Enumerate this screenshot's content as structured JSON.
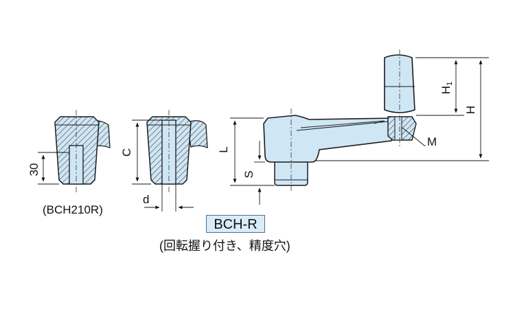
{
  "labels": {
    "dim_30": "30",
    "dim_c": "C",
    "dim_d": "d",
    "dim_l": "L",
    "dim_s": "S",
    "dim_h": "H",
    "dim_h1": "H1",
    "dim_m": "M"
  },
  "captions": {
    "variant": "(BCH210R)",
    "model": "BCH-R",
    "description": "(回転握り付き、精度穴)"
  },
  "colors": {
    "part_fill": "#cfe6f5",
    "hatch": "#555555",
    "outline": "#1a1a1a",
    "badge_fill": "#d9ecf7"
  }
}
